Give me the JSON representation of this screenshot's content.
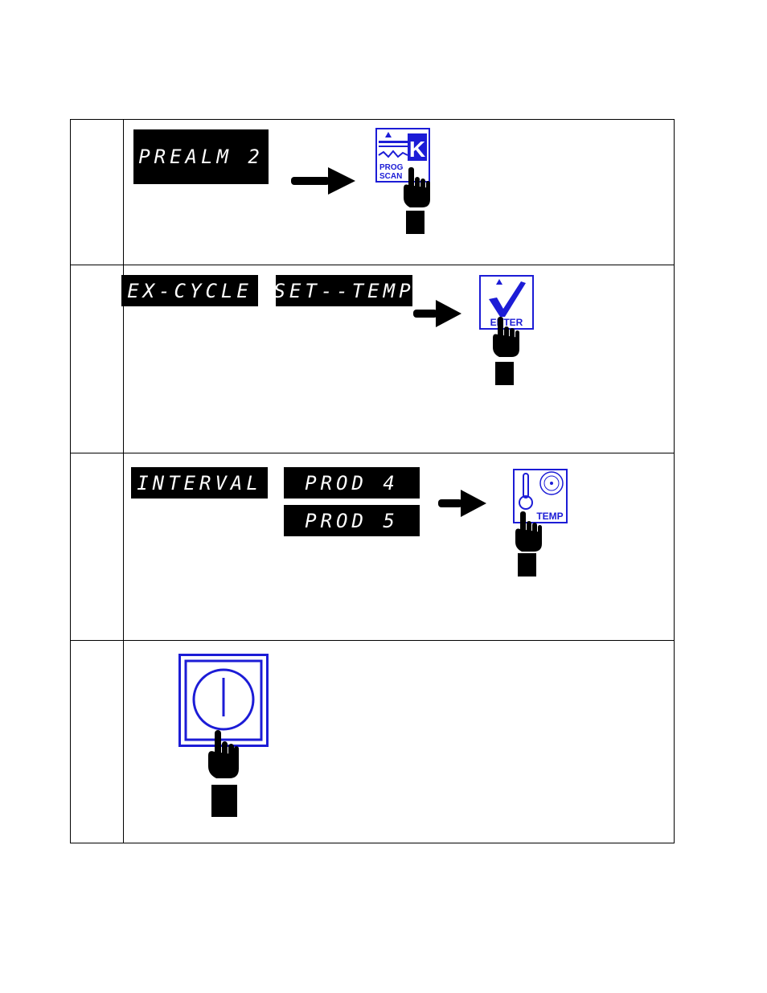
{
  "rows": [
    {
      "displays": [
        "PREALM 2"
      ],
      "key": {
        "icon": "prog-scan-key-icon",
        "labels": [
          "PROG",
          "SCAN"
        ]
      }
    },
    {
      "displays": [
        "EX-CYCLE",
        "SET--TEMP"
      ],
      "key": {
        "icon": "enter-key-icon",
        "labels": [
          "ENTER"
        ]
      }
    },
    {
      "displays": [
        "INTERVAL",
        "PROD 4",
        "PROD 5"
      ],
      "key": {
        "icon": "temp-key-icon",
        "labels": [
          "TEMP"
        ]
      }
    },
    {
      "displays": [],
      "key": {
        "icon": "power-key-icon",
        "labels": []
      }
    }
  ],
  "colors": {
    "key_blue": "#1c1cd6",
    "lcd_bg": "#000000",
    "lcd_text": "#ffffff"
  }
}
